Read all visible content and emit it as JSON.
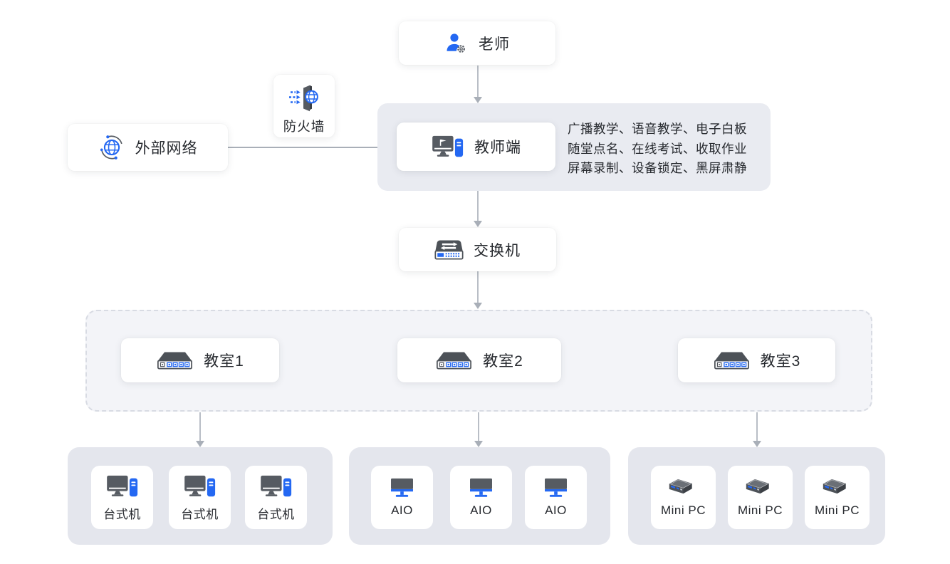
{
  "diagram_title": "classroom-teaching-network-topology",
  "colors": {
    "accent_blue": "#2468f2",
    "icon_dark": "#565b62",
    "text": "#26292e",
    "container_solid_fill": "#e9ebf1",
    "container_dashed_fill": "#f3f4f8",
    "container_dashed_border": "#d8dbe3",
    "container_devices_fill": "#e4e6ed",
    "connector_gray": "#a9afb8",
    "node_background": "#ffffff"
  },
  "icons": {
    "teacher": "user-gear-icon",
    "firewall": "firewall-icon",
    "external_network": "globe-network-icon",
    "teacher_terminal": "desktop-tower-icon",
    "switch": "network-switch-icon",
    "classroom": "switch-3d-icon",
    "desktop": "desktop-tower-icon",
    "aio": "aio-monitor-icon",
    "mini_pc": "mini-pc-icon"
  },
  "nodes": {
    "teacher": {
      "label": "老师"
    },
    "firewall": {
      "label": "防火墙"
    },
    "external_network": {
      "label": "外部网络"
    },
    "teacher_terminal": {
      "label": "教师端",
      "features": [
        "广播教学、语音教学、电子白板",
        "随堂点名、在线考试、收取作业",
        "屏幕录制、设备锁定、黑屏肃静"
      ]
    },
    "switch": {
      "label": "交换机"
    },
    "classrooms": [
      {
        "label": "教室1"
      },
      {
        "label": "教室2"
      },
      {
        "label": "教室3"
      }
    ],
    "device_groups": [
      {
        "items": [
          "台式机",
          "台式机",
          "台式机"
        ]
      },
      {
        "items": [
          "AIO",
          "AIO",
          "AIO"
        ]
      },
      {
        "items": [
          "Mini PC",
          "Mini PC",
          "Mini PC"
        ]
      }
    ]
  }
}
